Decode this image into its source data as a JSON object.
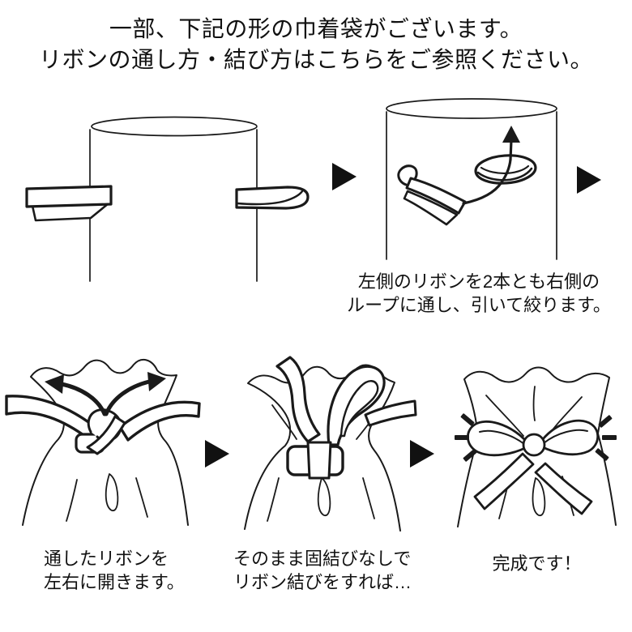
{
  "colors": {
    "background": "#ffffff",
    "ink": "#1a1a1a"
  },
  "title": {
    "line1": "一部、下記の形の巾着袋がございます。",
    "line2": "リボンの通し方・結び方はこちらをご参照ください。"
  },
  "captions": {
    "thread_loop": {
      "line1": "左側のリボンを2本とも右側の",
      "line2": "ループに通し、引いて絞ります。"
    },
    "open_ribbon": {
      "line1": "通したリボンを",
      "line2": "左右に開きます。"
    },
    "tie_bow": {
      "line1": "そのまま固結びなしで",
      "line2": "リボン結びをすれば…"
    },
    "done": {
      "line1": "完成です！"
    }
  },
  "icons": {
    "next_step_arrow": "right-pointing-triangle"
  }
}
